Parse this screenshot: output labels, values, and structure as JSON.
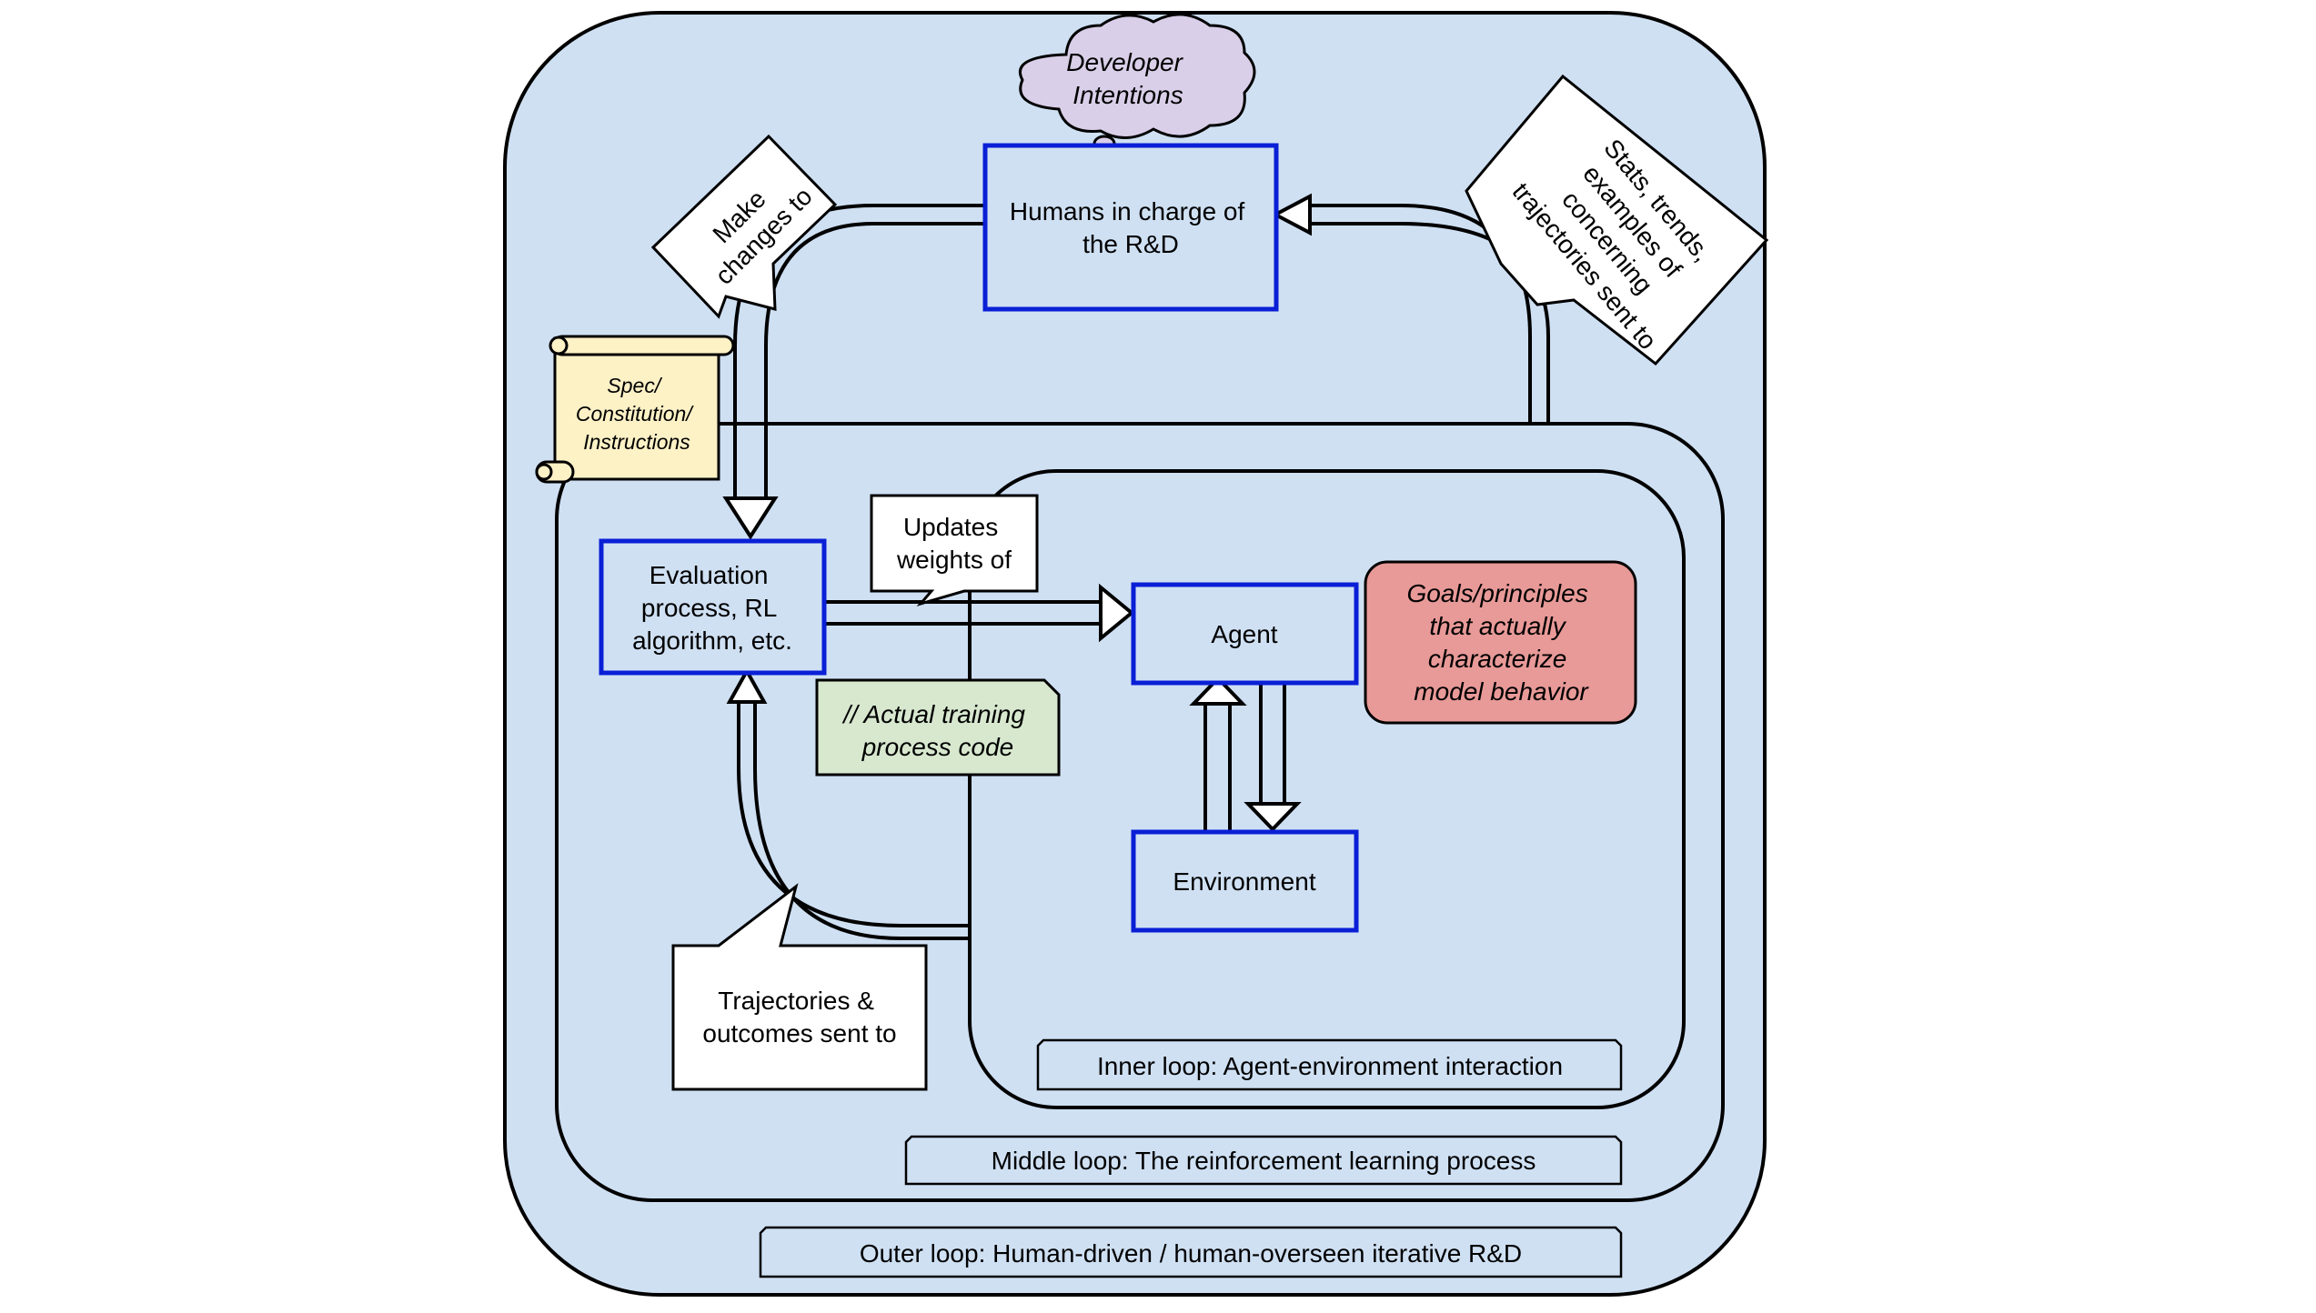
{
  "cloud": {
    "lines": [
      "Developer",
      "Intentions"
    ]
  },
  "humans_box": {
    "lines": [
      "Humans in charge of",
      "the R&D"
    ]
  },
  "callout_make_changes": {
    "lines": [
      "Make",
      "changes to"
    ]
  },
  "callout_stats": {
    "lines": [
      "Stats, trends,",
      "examples of",
      "concerning",
      "trajectories sent to"
    ]
  },
  "spec_scroll": {
    "lines": [
      "Spec/",
      "Constitution/",
      "Instructions"
    ]
  },
  "eval_box": {
    "lines": [
      "Evaluation",
      "process, RL",
      "algorithm, etc."
    ]
  },
  "callout_updates": {
    "lines": [
      "Updates",
      "weights of"
    ]
  },
  "agent_box": {
    "label": "Agent"
  },
  "environment_box": {
    "label": "Environment"
  },
  "goals_box": {
    "lines": [
      "Goals/principles",
      "that actually",
      "characterize",
      "model behavior"
    ]
  },
  "code_note": {
    "lines": [
      "// Actual training",
      "process code"
    ]
  },
  "callout_trajectories": {
    "lines": [
      "Trajectories &",
      "outcomes sent to"
    ]
  },
  "loop_labels": {
    "inner": "Inner loop: Agent-environment interaction",
    "middle": "Middle loop: The reinforcement learning process",
    "outer": "Outer loop: Human-driven / human-overseen iterative R&D"
  },
  "colors": {
    "loop_fill": "#cfe0f3",
    "box_border": "#0a1fd6",
    "cloud_fill": "#d9cfe8",
    "scroll_fill": "#fdf1c6",
    "goals_fill": "#e89a98",
    "code_fill": "#d7e8cf"
  }
}
